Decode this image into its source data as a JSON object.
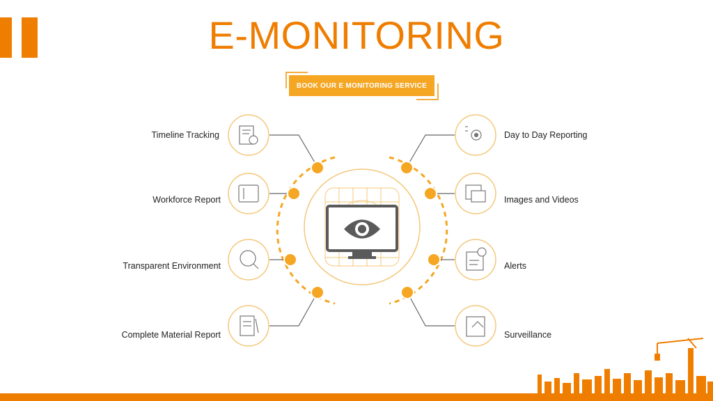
{
  "title": "E-MONITORING",
  "cta_label": "BOOK OUR E MONITORING SERVICE",
  "features_left": [
    "Timeline Tracking",
    "Workforce Report",
    "Transparent Environment",
    "Complete Material Report"
  ],
  "features_right": [
    "Day to Day Reporting",
    "Images and Videos",
    "Alerts",
    "Surveillance"
  ],
  "colors": {
    "accent": "#ef7d00",
    "gold": "#f5a623",
    "outline": "#f4c77a",
    "text": "#222222"
  }
}
